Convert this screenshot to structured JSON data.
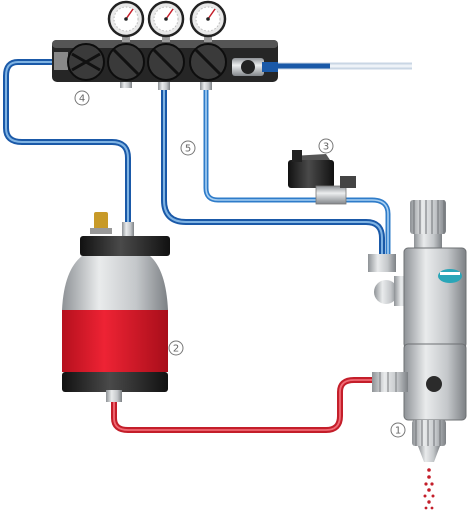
{
  "callouts": [
    {
      "id": "1",
      "text": "1"
    },
    {
      "id": "2",
      "text": "2"
    },
    {
      "id": "3",
      "text": "3"
    },
    {
      "id": "4",
      "text": "4"
    },
    {
      "id": "5",
      "text": "5"
    }
  ],
  "colors": {
    "air_line": "#1a59a8",
    "air_line_light": "#7fb3e3",
    "paint_line": "#c41e2a",
    "paint_fill": "#e3192b",
    "manifold": "#2a2a2a",
    "metal": "#b9bcc0",
    "callout": "#777777"
  }
}
